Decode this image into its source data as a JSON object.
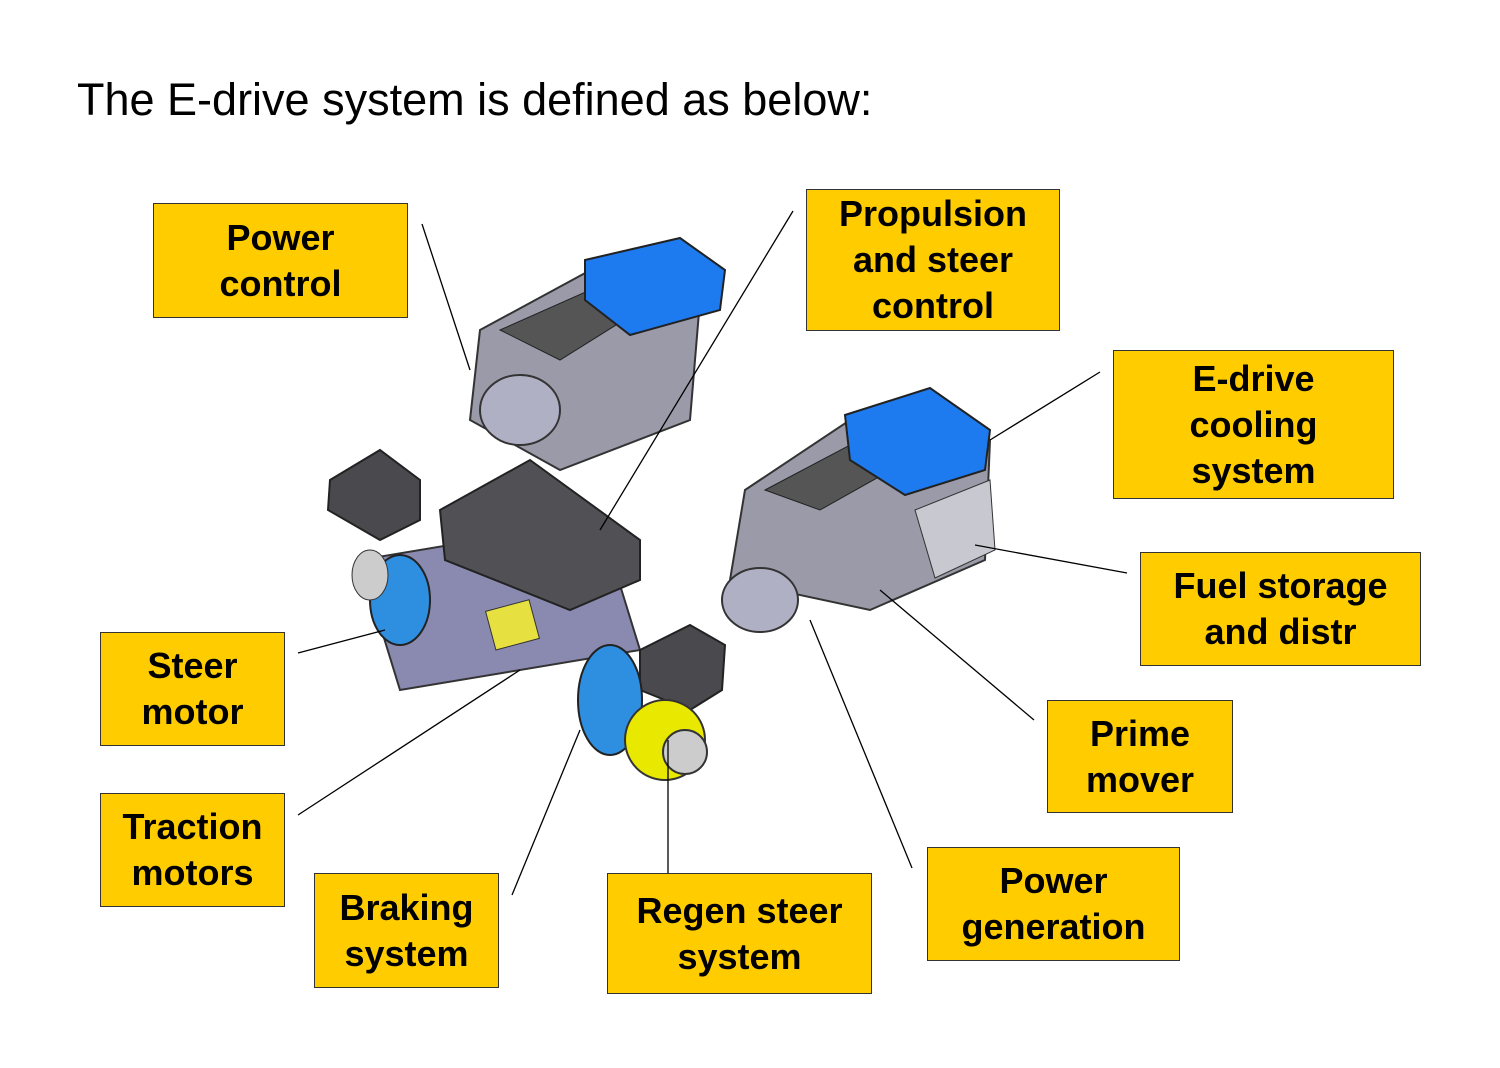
{
  "title": "The E-drive system is defined as below:",
  "colors": {
    "label_fill": "#FFCC00",
    "radiator": "#1E7BEF"
  },
  "labels": {
    "power_control": [
      "Power",
      "control"
    ],
    "propulsion": [
      "Propulsion",
      "and steer",
      "control"
    ],
    "cooling": [
      "E-drive",
      "cooling",
      "system"
    ],
    "fuel": [
      "Fuel storage",
      "and distr"
    ],
    "prime_mover": [
      "Prime",
      "mover"
    ],
    "power_generation": [
      "Power",
      "generation"
    ],
    "regen_steer": [
      "Regen steer",
      "system"
    ],
    "braking": [
      "Braking",
      "system"
    ],
    "traction": [
      "Traction",
      "motors"
    ],
    "steer_motor": [
      "Steer",
      "motor"
    ]
  }
}
